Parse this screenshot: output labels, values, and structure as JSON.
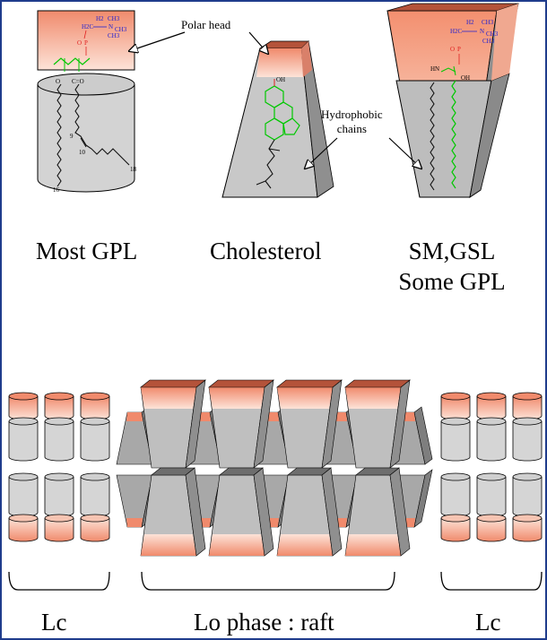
{
  "colors": {
    "head_top": "#f08a6c",
    "head_bottom": "#fde3d8",
    "head_cap": "#b4533a",
    "body_front": "#d5d5d5",
    "body_side": "#8f8f8f",
    "body_dark": "#8a8a8a",
    "chain_black": "#111111",
    "chain_green": "#00c800",
    "atom_blue": "#2020d0",
    "atom_red": "#e02020",
    "frame": "#1f3c8c"
  },
  "callouts": {
    "polar_head": "Polar head",
    "hydrophobic_line1": "Hydrophobic",
    "hydrophobic_line2": "chains"
  },
  "molecules": {
    "gpl_label": "Most GPL",
    "cholesterol_label": "Cholesterol",
    "sm_label_line1": "SM,GSL",
    "sm_label_line2": "Some GPL"
  },
  "gpl_structure": {
    "choline_top": "CH3",
    "h2c": "H2C",
    "ch2": "H2",
    "n": "N",
    "ch3_right": "CH3",
    "ch3_bottom": "CH3",
    "p": "P",
    "o": "O",
    "c_eq_o": "C=O",
    "n9": "9",
    "n10": "10",
    "n16": "16",
    "n18": "18"
  },
  "chol_structure": {
    "oh": "OH"
  },
  "sm_structure": {
    "h2c": "H2C",
    "ch2": "H2",
    "n": "N",
    "ch3": "CH3",
    "hn": "HN",
    "oh": "OH",
    "p": "P",
    "o": "O"
  },
  "bottom_labels": {
    "left": "Lc",
    "middle": "Lo phase : raft",
    "right": "Lc"
  }
}
